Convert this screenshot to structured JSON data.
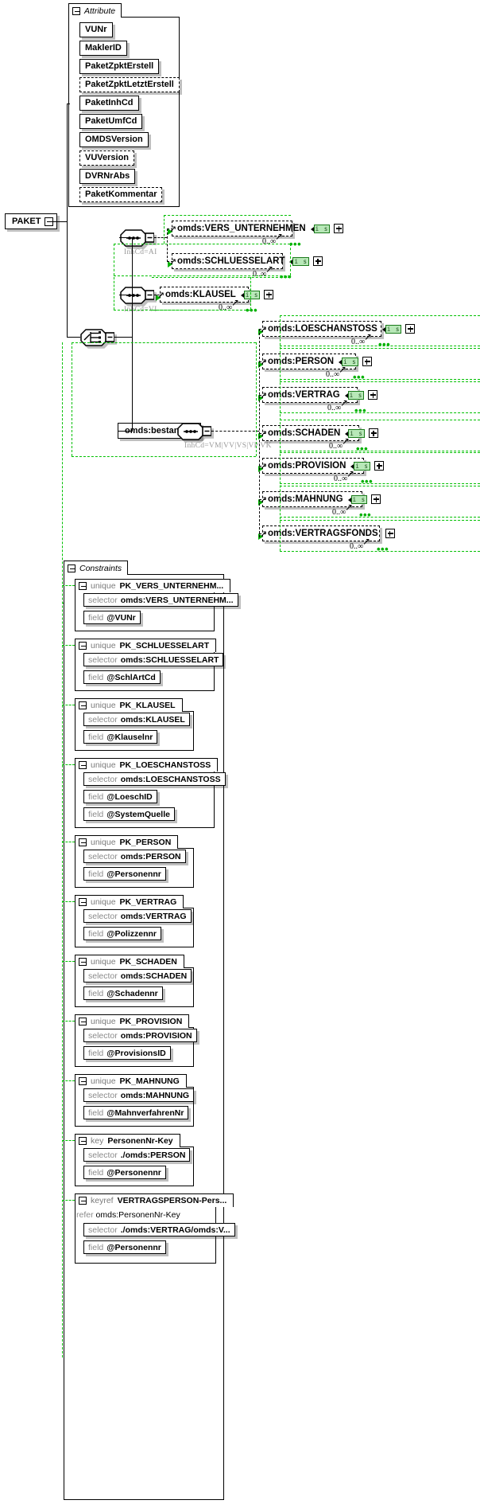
{
  "diagram": {
    "type": "xsd-schema-diagram",
    "root_element": "PAKET"
  },
  "attribute_panel": {
    "title": "Attribute",
    "collapse_icon": "minus-icon",
    "items": [
      {
        "label": "VUNr",
        "optional": false
      },
      {
        "label": "MaklerID",
        "optional": false
      },
      {
        "label": "PaketZpktErstell",
        "optional": false
      },
      {
        "label": "PaketZpktLetztErstell",
        "optional": true
      },
      {
        "label": "PaketInhCd",
        "optional": false
      },
      {
        "label": "PaketUmfCd",
        "optional": false
      },
      {
        "label": "OMDSVersion",
        "optional": false
      },
      {
        "label": "VUVersion",
        "optional": true
      },
      {
        "label": "DVRNrAbs",
        "optional": false
      },
      {
        "label": "PaketKommentar",
        "optional": true
      }
    ]
  },
  "root": {
    "label": "PAKET",
    "expander": "minus-icon"
  },
  "compositors": [
    {
      "kind": "sequence",
      "annotation": "InhCd=AI"
    },
    {
      "kind": "sequence",
      "annotation": "InhCd=VI"
    },
    {
      "kind": "choice",
      "annotation": ""
    },
    {
      "kind": "sequence",
      "annotation": "InhCd=VM|VV|VS|VP|VK"
    }
  ],
  "bestand": {
    "label": "omds:bestand",
    "expander": "minus-icon"
  },
  "elements_ai": [
    {
      "label": "omds:VERS_UNTERNEHMEN",
      "badge": "i s",
      "occurs": "0..∞",
      "expander": "plus-icon"
    },
    {
      "label": "omds:SCHLUESSELART",
      "badge": "i s",
      "occurs": "0..∞",
      "expander": "plus-icon"
    }
  ],
  "elements_vi": [
    {
      "label": "omds:KLAUSEL",
      "badge": "i s",
      "occurs": "0..∞",
      "expander": "plus-icon"
    }
  ],
  "elements_bestand": [
    {
      "label": "omds:LOESCHANSTOSS",
      "badge": "i s",
      "occurs": "0..∞",
      "expander": "plus-icon"
    },
    {
      "label": "omds:PERSON",
      "badge": "i s",
      "occurs": "0..∞",
      "expander": "plus-icon"
    },
    {
      "label": "omds:VERTRAG",
      "badge": "i s",
      "occurs": "0..∞",
      "expander": "plus-icon"
    },
    {
      "label": "omds:SCHADEN",
      "badge": "i s",
      "occurs": "0..∞",
      "expander": "plus-icon"
    },
    {
      "label": "omds:PROVISION",
      "badge": "i s",
      "occurs": "0..∞",
      "expander": "plus-icon"
    },
    {
      "label": "omds:MAHNUNG",
      "badge": "i s",
      "occurs": "0..∞",
      "expander": "plus-icon"
    },
    {
      "label": "omds:VERTRAGSFONDS",
      "badge": "",
      "occurs": "0..∞",
      "expander": "plus-icon"
    }
  ],
  "constraints_panel": {
    "title": "Constraints",
    "collapse_icon": "minus-icon",
    "labels": {
      "selector": "selector",
      "field": "field",
      "refer": "refer"
    },
    "items": [
      {
        "kind": "unique",
        "name": "PK_VERS_UNTERNEHM...",
        "selector": "omds:VERS_UNTERNEHM...",
        "fields": [
          "@VUNr"
        ]
      },
      {
        "kind": "unique",
        "name": "PK_SCHLUESSELART",
        "selector": "omds:SCHLUESSELART",
        "fields": [
          "@SchlArtCd"
        ]
      },
      {
        "kind": "unique",
        "name": "PK_KLAUSEL",
        "selector": "omds:KLAUSEL",
        "fields": [
          "@Klauselnr"
        ]
      },
      {
        "kind": "unique",
        "name": "PK_LOESCHANSTOSS",
        "selector": "omds:LOESCHANSTOSS",
        "fields": [
          "@LoeschID",
          "@SystemQuelle"
        ]
      },
      {
        "kind": "unique",
        "name": "PK_PERSON",
        "selector": "omds:PERSON",
        "fields": [
          "@Personennr"
        ]
      },
      {
        "kind": "unique",
        "name": "PK_VERTRAG",
        "selector": "omds:VERTRAG",
        "fields": [
          "@Polizzennr"
        ]
      },
      {
        "kind": "unique",
        "name": "PK_SCHADEN",
        "selector": "omds:SCHADEN",
        "fields": [
          "@Schadennr"
        ]
      },
      {
        "kind": "unique",
        "name": "PK_PROVISION",
        "selector": "omds:PROVISION",
        "fields": [
          "@ProvisionsID"
        ]
      },
      {
        "kind": "unique",
        "name": "PK_MAHNUNG",
        "selector": "omds:MAHNUNG",
        "fields": [
          "@MahnverfahrenNr"
        ]
      },
      {
        "kind": "key",
        "name": "PersonenNr-Key",
        "selector": "./omds:PERSON",
        "fields": [
          "@Personennr"
        ]
      },
      {
        "kind": "keyref",
        "name": "VERTRAGSPERSON-Pers...",
        "refer": "omds:PersonenNr-Key",
        "selector": "./omds:VERTRAG/omds:V...",
        "fields": [
          "@Personennr"
        ]
      }
    ]
  },
  "colors": {
    "group_green": "#00c000",
    "badge_bg": "#b8e8b8",
    "badge_border": "#1a7a1a",
    "line_black": "#000000",
    "keyword_gray": "#8a8a8a",
    "annotation_gray": "#9a9a9a"
  }
}
